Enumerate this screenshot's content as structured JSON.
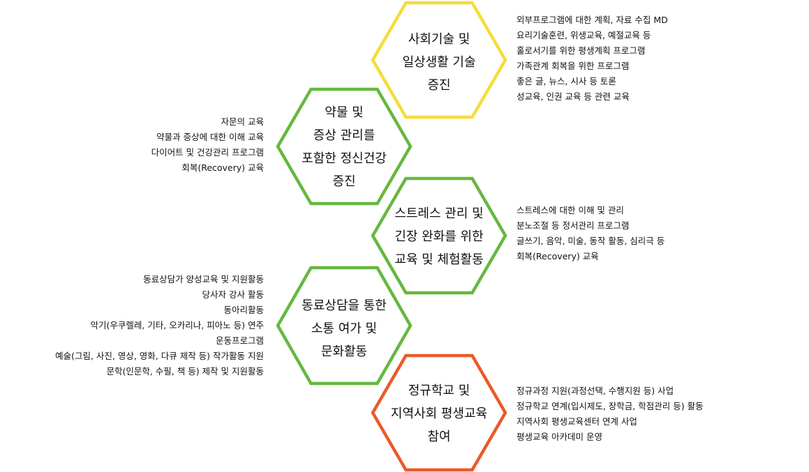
{
  "colors": {
    "yellow": "#f6dc3a",
    "green": "#66b83f",
    "orange": "#ea5a2a"
  },
  "hexagons": [
    {
      "id": "social",
      "color": "yellow",
      "title_lines": [
        "사회기술 및",
        "일상생활 기술",
        "증진"
      ],
      "items": [
        "외부프로그램에 대한 계획, 자료 수집 MD",
        "요리기술훈련, 위생교육, 예절교육 등",
        "홀로서기를 위한 평생계획 프로그램",
        "가족관계 회복을 위한 프로그램",
        "좋은 글, 뉴스, 시사 등 토론",
        "성교육, 인권 교육 등 관련 교육"
      ]
    },
    {
      "id": "medication",
      "color": "green",
      "title_lines": [
        "약물 및",
        "증상 관리를",
        "포함한 정신건강",
        "증진"
      ],
      "items": [
        "자문의 교육",
        "약물과 증상에 대한 이해 교육",
        "다이어트 및 건강관리 프로그램",
        "회복(Recovery) 교육"
      ]
    },
    {
      "id": "stress",
      "color": "green",
      "title_lines": [
        "스트레스 관리 및",
        "긴장 완화를 위한",
        "교육 및 체험활동"
      ],
      "items": [
        "스트레스에 대한 이해 및 관리",
        "분노조절 등 정서관리 프로그램",
        "글쓰기, 음악, 미술, 동작 활동, 심리극 등",
        "회복(Recovery) 교육"
      ]
    },
    {
      "id": "peer",
      "color": "green",
      "title_lines": [
        "동료상담을 통한",
        "소통 여가 및",
        "문화활동"
      ],
      "items": [
        "동료상담가 양성교육 및 지원활동",
        "당사자 강사 활동",
        "동아리활동",
        "악기(우쿠렐레, 기타, 오카리나, 피아노 등) 연주",
        "운동프로그램",
        "예술(그림, 사진, 영상, 영화, 다큐 제작 등) 작가활동 지원",
        "문학(인문학, 수필, 책 등) 제작 및 지원활동"
      ]
    },
    {
      "id": "school",
      "color": "orange",
      "title_lines": [
        "정규학교 및",
        "지역사회 평생교육",
        "참여"
      ],
      "items": [
        "정규과정 지원(과정선택, 수행지원 등) 사업",
        "정규학교 연계(입시제도, 장학금, 학점관리 등) 활동",
        "지역사회 평생교육센터 연계 사업",
        "평생교육 아카데미 운영"
      ]
    }
  ]
}
